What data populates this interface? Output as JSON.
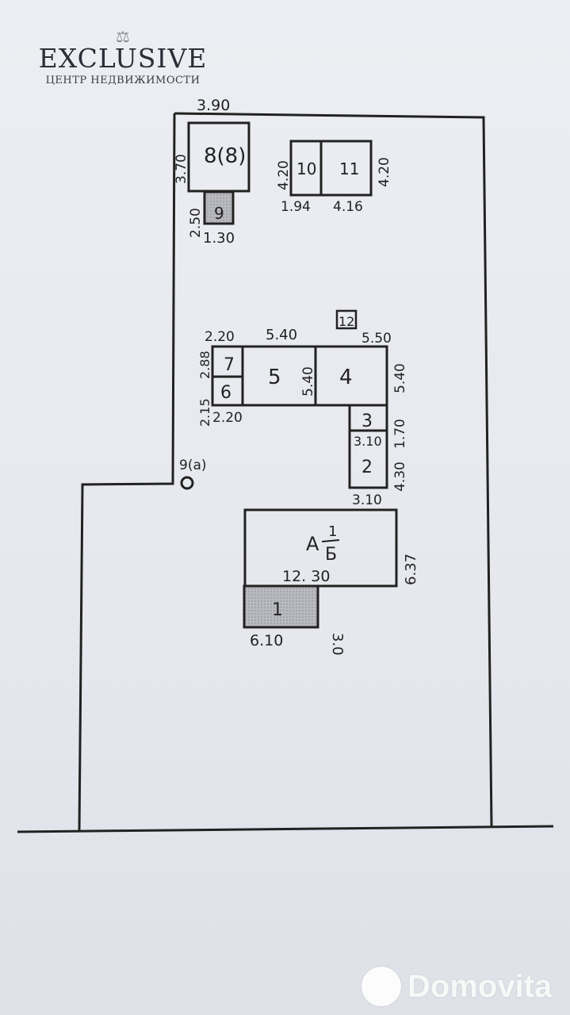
{
  "logo": {
    "brand": "EXCLUSIVE",
    "subtitle": "ЦЕНТР НЕДВИЖИМОСТИ",
    "icon": "scales-icon"
  },
  "watermark": {
    "text": "Domovita",
    "icon": "domovita-circle-icon"
  },
  "plan": {
    "top_edge_label": "3.90",
    "well_label": "9(a)",
    "building_8": {
      "label": "8(8)",
      "side": "3.70"
    },
    "building_9": {
      "label": "9",
      "side": "2.50",
      "bottom": "1.30"
    },
    "building_10": {
      "label": "10",
      "side": "4.20",
      "bottom": "1.94"
    },
    "building_11": {
      "label": "11",
      "side": "4.20",
      "bottom": "4.16"
    },
    "building_12": {
      "label": "12"
    },
    "room_7": {
      "label": "7",
      "top": "2.20",
      "side": "2.88"
    },
    "room_6": {
      "label": "6",
      "side": "2.15",
      "bottom": "2.20"
    },
    "room_5": {
      "label": "5",
      "top": "5.40",
      "inner": "5.40"
    },
    "room_4": {
      "label": "4",
      "top": "5.50",
      "side": "5.40"
    },
    "room_3": {
      "label": "3",
      "inner": "3.10",
      "side": "1.70"
    },
    "room_2": {
      "label": "2",
      "side": "4.30",
      "bottom": "3.10"
    },
    "house_A": {
      "letter": "A",
      "fraction_top": "1",
      "fraction_bottom": "Б",
      "inner": "12. 30",
      "side": "6.37"
    },
    "annex_1": {
      "label": "1",
      "bottom": "6.10",
      "side": "3.0"
    }
  },
  "colors": {
    "ink": "#222222",
    "hatch": "#a9aab0",
    "paper": "#e9eaef"
  }
}
